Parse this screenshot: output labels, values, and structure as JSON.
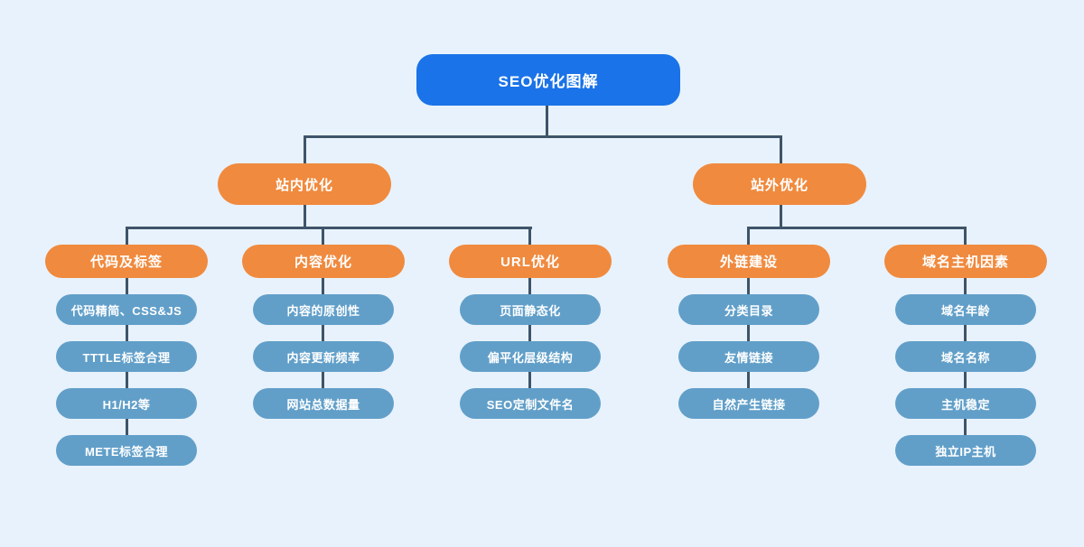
{
  "diagram": {
    "type": "org-tree",
    "title": "SEO优化图解",
    "colors": {
      "background": "#e8f2fc",
      "root_node": "#1a73e8",
      "branch_node": "#f08a3e",
      "leaf_node": "#619fc9",
      "connector": "#3e5469",
      "text": "#ffffff"
    },
    "root": {
      "label": "SEO优化图解"
    },
    "branches": [
      {
        "label": "站内优化",
        "children": [
          {
            "label": "代码及标签",
            "items": [
              "代码精简、CSS&JS",
              "TTTLE标签合理",
              "H1/H2等",
              "METE标签合理"
            ]
          },
          {
            "label": "内容优化",
            "items": [
              "内容的原创性",
              "内容更新频率",
              "网站总数据量"
            ]
          },
          {
            "label": "URL优化",
            "items": [
              "页面静态化",
              "偏平化层级结构",
              "SEO定制文件名"
            ]
          }
        ]
      },
      {
        "label": "站外优化",
        "children": [
          {
            "label": "外链建设",
            "items": [
              "分类目录",
              "友情链接",
              "自然产生链接"
            ]
          },
          {
            "label": "域名主机因素",
            "items": [
              "域名年龄",
              "域名名称",
              "主机稳定",
              "独立IP主机"
            ]
          }
        ]
      }
    ]
  }
}
